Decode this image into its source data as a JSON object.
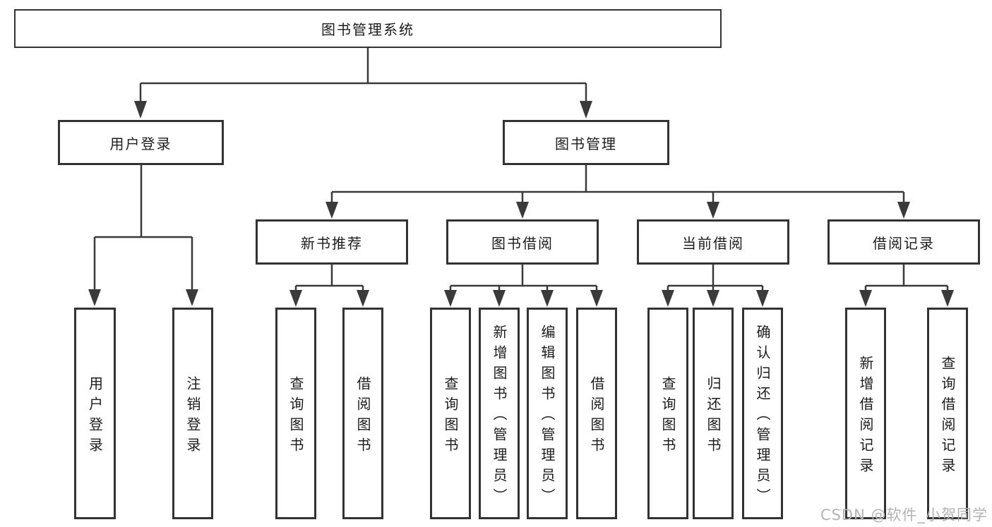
{
  "colors": {
    "line": "#3a3a3a",
    "box_border": "#333333",
    "box_fill": "#ffffff",
    "text": "#1c1c1c",
    "watermark": "#b3b3b3"
  },
  "tree": {
    "root": {
      "label": "图书管理系统"
    },
    "branches": [
      {
        "label": "用户登录",
        "children": [
          {
            "label": "用户登录"
          },
          {
            "label": "注销登录"
          }
        ]
      },
      {
        "label": "图书管理",
        "children": [
          {
            "label": "新书推荐",
            "children": [
              {
                "label": "查询图书"
              },
              {
                "label": "借阅图书"
              }
            ]
          },
          {
            "label": "图书借阅",
            "children": [
              {
                "label": "查询图书"
              },
              {
                "label": "新增图书（管理员）"
              },
              {
                "label": "编辑图书（管理员）"
              },
              {
                "label": "借阅图书"
              }
            ]
          },
          {
            "label": "当前借阅",
            "children": [
              {
                "label": "查询图书"
              },
              {
                "label": "归还图书"
              },
              {
                "label": "确认归还（管理员）"
              }
            ]
          },
          {
            "label": "借阅记录",
            "children": [
              {
                "label": "新增借阅记录"
              },
              {
                "label": "查询借阅记录"
              }
            ]
          }
        ]
      }
    ]
  },
  "watermark": {
    "text": "CSDN @软件_小贺同学"
  }
}
